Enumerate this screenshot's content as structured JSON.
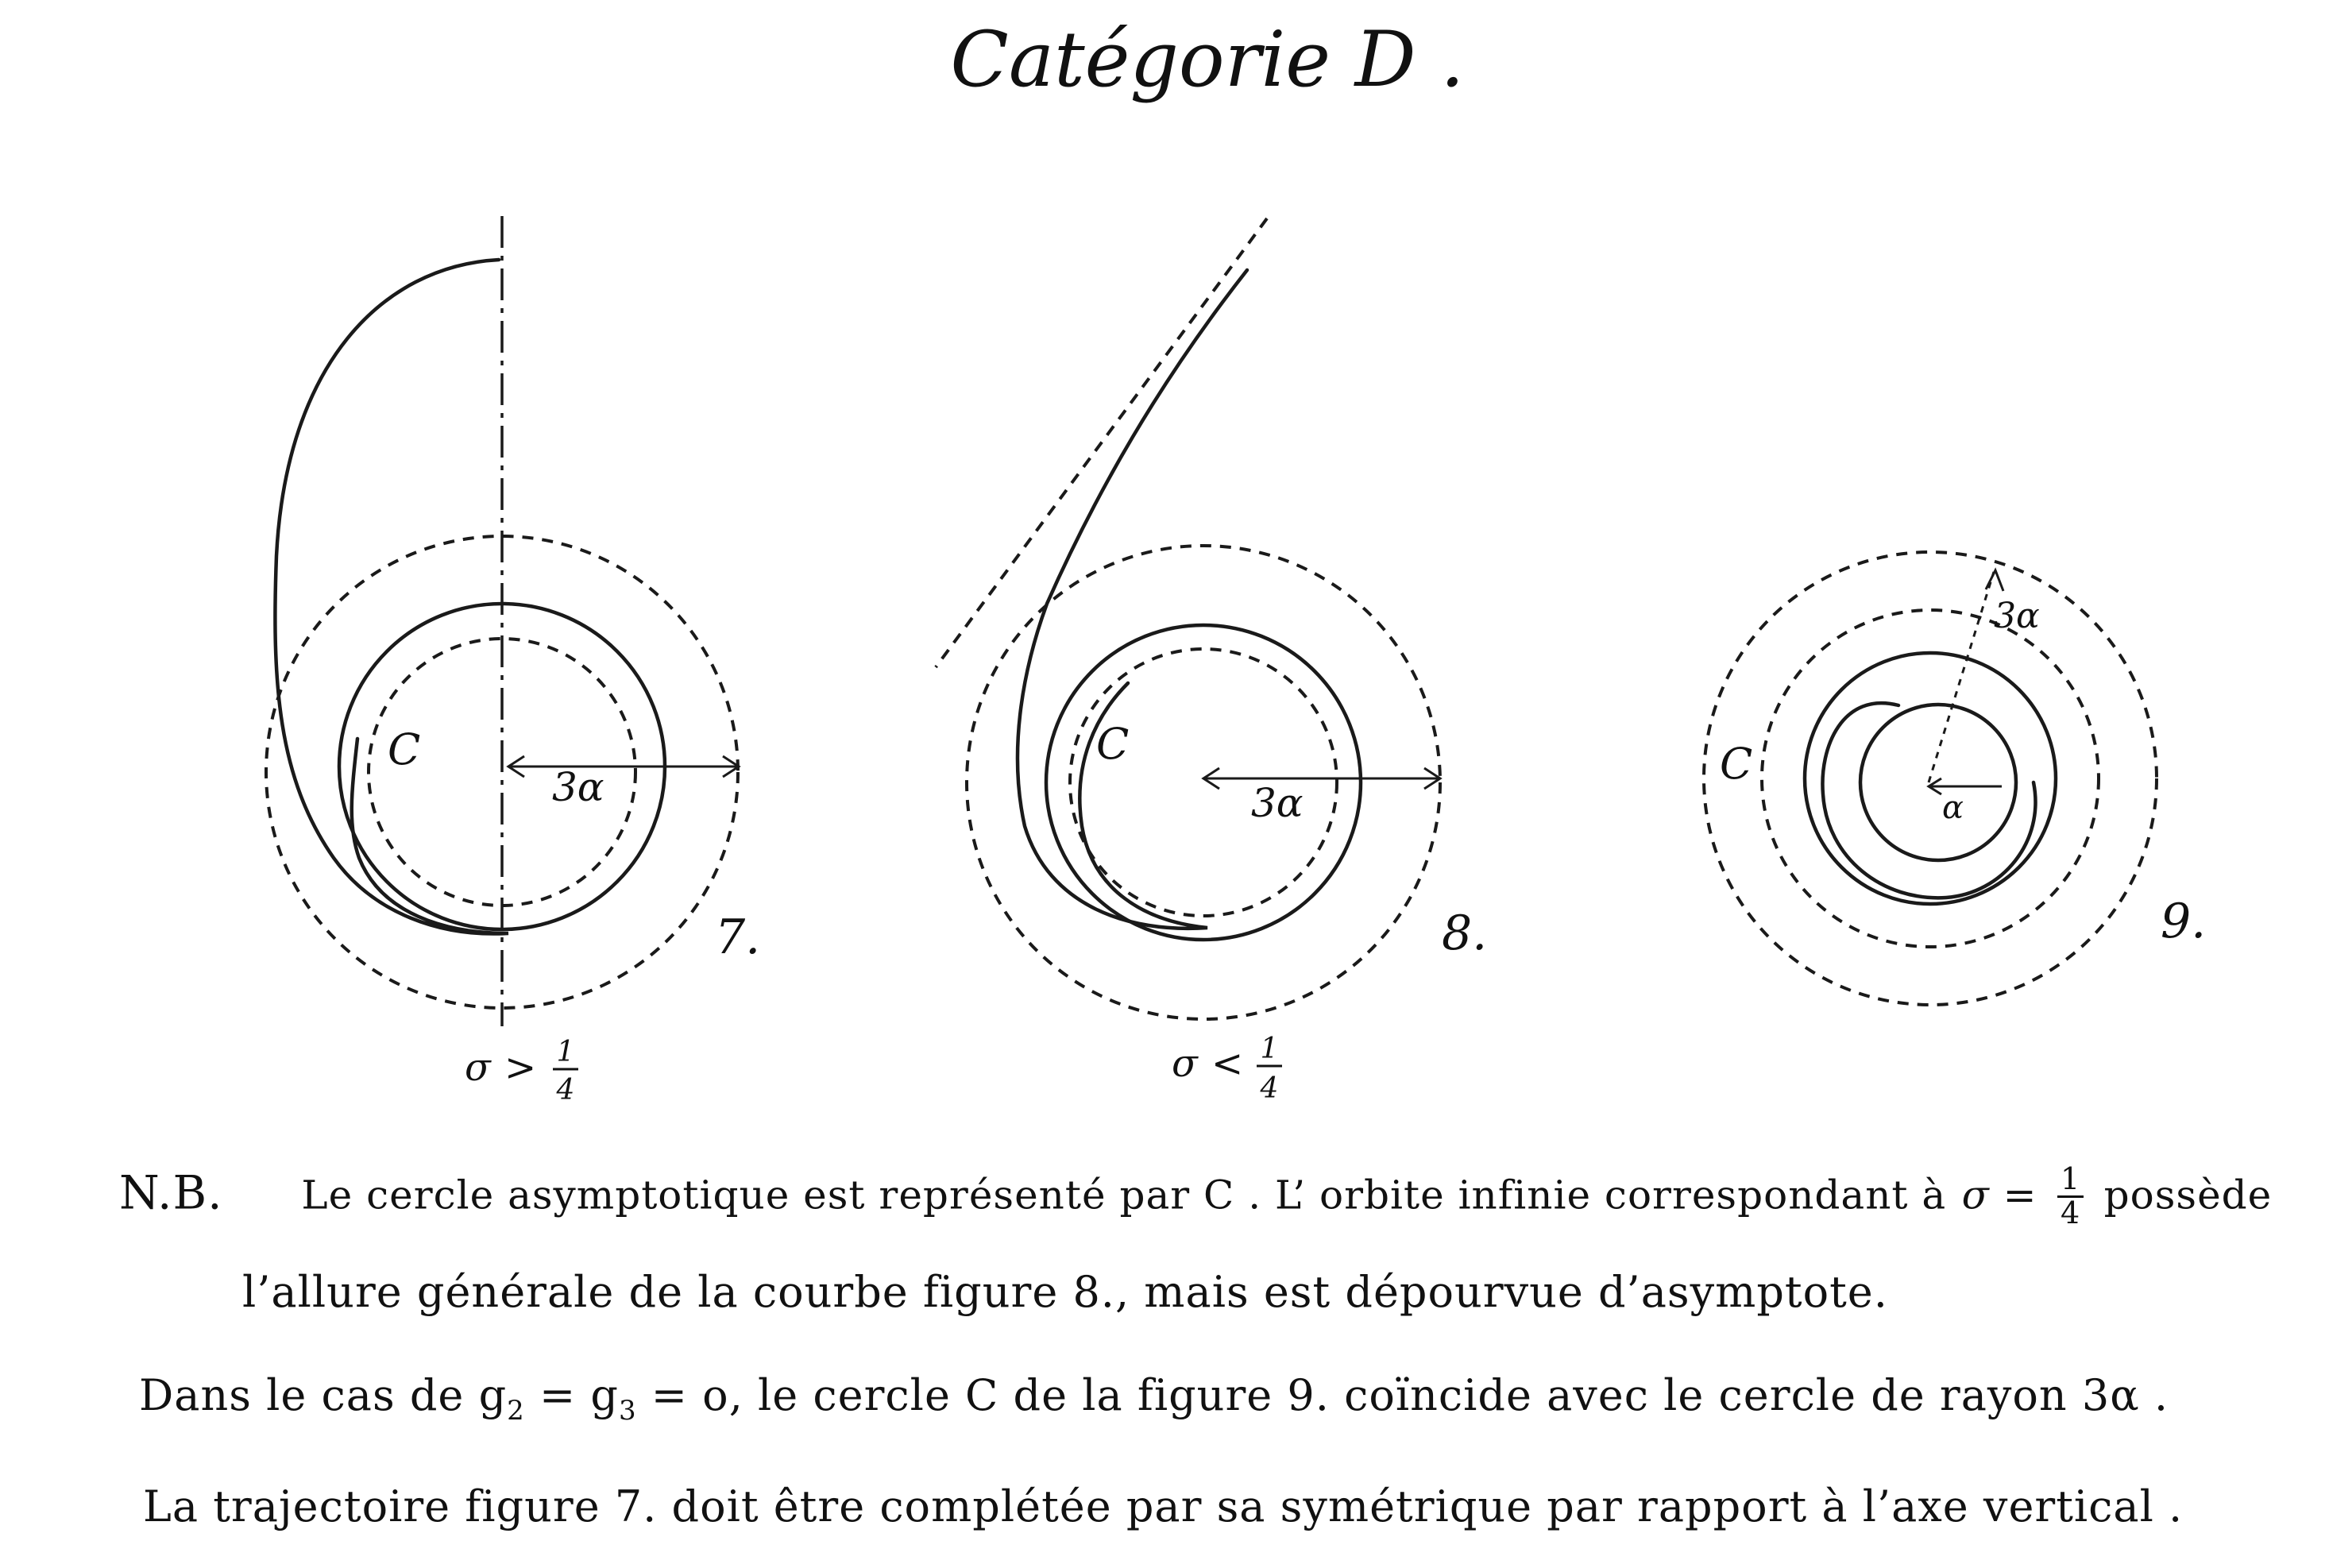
{
  "title": "Catégorie D .",
  "figures": [
    {
      "number": "7.",
      "circle_label": "C",
      "radius_label": "3α",
      "condition": {
        "symbol": "σ",
        "relation": ">",
        "numerator": "1",
        "denominator": "4"
      }
    },
    {
      "number": "8.",
      "circle_label": "C",
      "radius_label": "3α",
      "condition": {
        "symbol": "σ",
        "relation": "<",
        "numerator": "1",
        "denominator": "4"
      }
    },
    {
      "number": "9.",
      "circle_label": "C",
      "radius_label": "3α",
      "small_radius_label": "α"
    }
  ],
  "notes": {
    "nb_label": "N.B.",
    "line1_a": "Le cercle asymptotique est représenté par C . L’ orbite infinie correspondant à",
    "line1_sigma": "σ =",
    "line1_num": "1",
    "line1_den": "4",
    "line1_b": "possède",
    "line2": "l’allure générale de la courbe figure 8., mais est dépourvue d’asymptote.",
    "line3_a": "Dans le cas de",
    "line3_g2": "g",
    "line3_g2_sub": "2",
    "line3_eq1": "=",
    "line3_g3": "g",
    "line3_g3_sub": "3",
    "line3_eq2": "= o, le cercle C de la figure 9. coïncide avec le cercle de rayon 3α .",
    "line4": "La trajectoire figure 7. doit être complétée par sa symétrique par rapport à l’axe vertical ."
  }
}
